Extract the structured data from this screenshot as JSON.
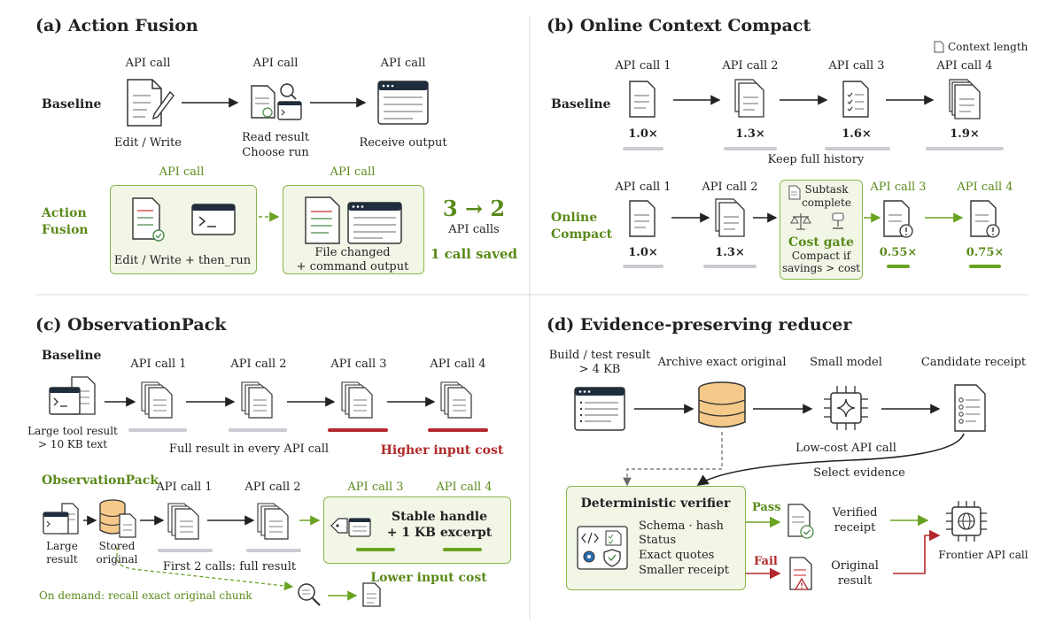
{
  "panels": {
    "a": {
      "title": "(a) Action Fusion",
      "baseline_label": "Baseline",
      "fusion_label": "Action Fusion",
      "api_call": "API call",
      "edit_write": "Edit / Write",
      "read_result": "Read result",
      "choose_run": "Choose run",
      "receive_output": "Receive output",
      "fused_step1": "Edit / Write + then_run",
      "fused_step2a": "File changed",
      "fused_step2b": "+ command output",
      "calls_big": "3 → 2",
      "calls_label": "API calls",
      "saved": "1 call saved"
    },
    "b": {
      "title": "(b) Online Context Compact",
      "legend": "Context length",
      "baseline_label": "Baseline",
      "compact_label": "Online Compact",
      "baseline_calls": [
        "API call 1",
        "API call 2",
        "API call 3",
        "API call 4"
      ],
      "baseline_values": [
        "1.0×",
        "1.3×",
        "1.6×",
        "1.9×"
      ],
      "keep_history": "Keep full history",
      "compact_calls": [
        "API call 1",
        "API call 2",
        "API call 3",
        "API call 4"
      ],
      "compact_values": [
        "1.0×",
        "1.3×",
        "0.55×",
        "0.75×"
      ],
      "subtask": "Subtask",
      "complete": "complete",
      "cost_gate": "Cost gate",
      "compact_if": "Compact if",
      "savings": "savings > cost"
    },
    "c": {
      "title": "(c) ObservationPack",
      "baseline_label": "Baseline",
      "baseline_calls": [
        "API call 1",
        "API call 2",
        "API call 3",
        "API call 4"
      ],
      "large_tool_1": "Large tool result",
      "large_tool_2": "> 10 KB text",
      "full_every": "Full result in every API call",
      "higher_cost": "Higher input cost",
      "pack_label": "ObservationPack",
      "pack_calls": [
        "API call 1",
        "API call 2",
        "API call 3",
        "API call 4"
      ],
      "large_1": "Large",
      "large_2": "result",
      "stored_1": "Stored",
      "stored_2": "original",
      "first2": "First 2 calls: full result",
      "stable_1": "Stable handle",
      "stable_2": "+ 1 KB excerpt",
      "lower_cost": "Lower input cost",
      "on_demand": "On demand: recall exact original chunk"
    },
    "d": {
      "title": "(d) Evidence-preserving reducer",
      "build_1": "Build / test result",
      "build_2": "> 4 KB",
      "archive": "Archive exact original",
      "small_model": "Small model",
      "candidate": "Candidate receipt",
      "low_cost": "Low-cost API call",
      "select": "Select evidence",
      "verifier": "Deterministic verifier",
      "checks": [
        "Schema · hash",
        "Status",
        "Exact quotes",
        "Smaller receipt"
      ],
      "pass": "Pass",
      "fail": "Fail",
      "verified_1": "Verified",
      "verified_2": "receipt",
      "original_1": "Original",
      "original_2": "result",
      "frontier": "Frontier API call"
    }
  },
  "colors": {
    "green": "#5a8a1a",
    "red": "#b02a2a",
    "gray": "#c9ccd0",
    "box_fill": "#f1f6e6",
    "box_border": "#8ab64a"
  }
}
